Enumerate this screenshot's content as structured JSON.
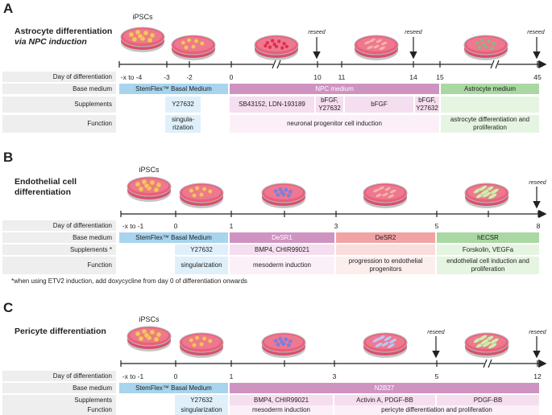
{
  "panels": [
    {
      "letter": "A",
      "title": "Astrocyte differentiation",
      "subtitle": "via NPC induction",
      "ipscs": "iPSCs",
      "reseed": "reseed",
      "rows": [
        "Day of differentiation",
        "Base medium",
        "Supplements",
        "Function"
      ],
      "days": [
        "-x to -4",
        "-3",
        "-2",
        "0",
        "10",
        "11",
        "14",
        "15",
        "45"
      ],
      "base_medium": [
        "StemFlex™ Basal Medium",
        "NPC medium",
        "Astrocyte medium"
      ],
      "supplements": [
        "Y27632",
        "SB43152, LDN-193189",
        "bFGF, Y27632",
        "bFGF",
        "bFGF, Y27632"
      ],
      "function": [
        "singula- rization",
        "neuronal progenitor cell induction",
        "astrocyte differentiation and proliferation"
      ]
    },
    {
      "letter": "B",
      "title": "Endothelial cell",
      "subtitle": "differentiation",
      "ipscs": "iPSCs",
      "reseed": "reseed",
      "rows": [
        "Day of differentiation",
        "Base medium",
        "Supplements *",
        "Function"
      ],
      "days": [
        "-x to -1",
        "0",
        "1",
        "3",
        "5",
        "8"
      ],
      "base_medium": [
        "StemFlex™ Basal Medium",
        "DeSR1",
        "DeSR2",
        "hECSR"
      ],
      "supplements": [
        "Y27632",
        "BMP4, CHIR99021",
        "Forskolin, VEGFa"
      ],
      "function": [
        "singularization",
        "mesoderm induction",
        "progression to endothelial progenitors",
        "endothelial cell induction and proliferation"
      ],
      "footnote": "*when using ETV2 induction, add doxycycline from day 0 of differentiation onwards"
    },
    {
      "letter": "C",
      "title": "Pericyte differentiation",
      "subtitle": "",
      "ipscs": "iPSCs",
      "reseed": "reseed",
      "rows": [
        "Day of differentiation",
        "Base medium",
        "Supplements",
        "Function"
      ],
      "days": [
        "-x to -1",
        "0",
        "1",
        "3",
        "5",
        "12"
      ],
      "base_medium": [
        "StemFlex™ Basal Medium",
        "N2B27"
      ],
      "supplements": [
        "Y27632",
        "BMP4, CHIR99021",
        "Activin A, PDGF-BB",
        "PDGF-BB"
      ],
      "function": [
        "singularization",
        "mesoderm induction",
        "pericyte differentiation and proliferation"
      ]
    }
  ],
  "colors": {
    "stemflex": "#a8d4ee",
    "y27632": "#dff0fa",
    "npc": "#cf93c2",
    "npc_light": "#f5deef",
    "npc_lighter": "#fcf0f8",
    "astro": "#a9d8a2",
    "astro_light": "#e6f4e2",
    "desr2": "#f0a3a3",
    "desr2_light": "#fbdcdc",
    "hecsr": "#a9d8a2",
    "grey": "#eeeeee",
    "dish": "#e8607a"
  }
}
